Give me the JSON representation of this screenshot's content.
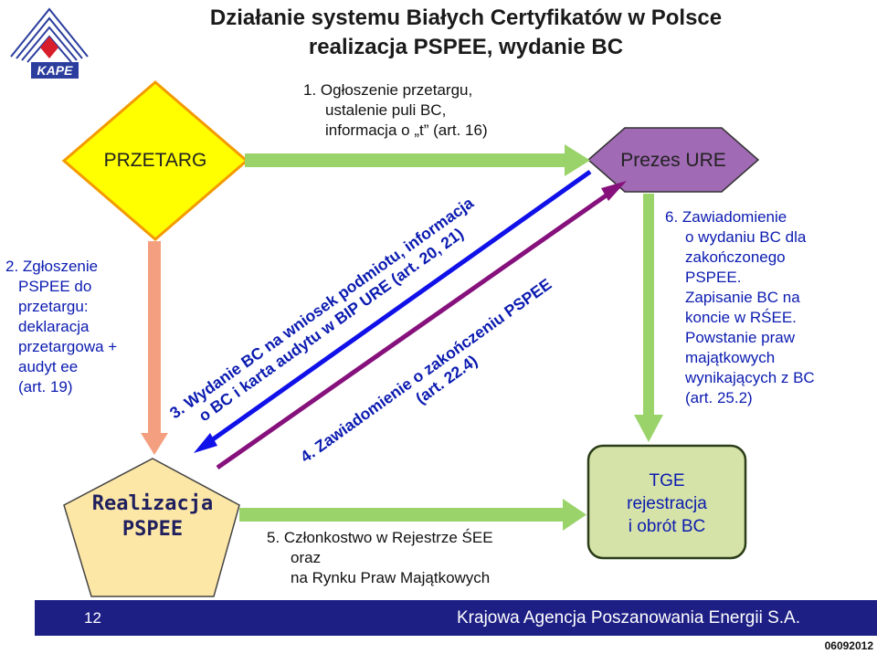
{
  "header": {
    "logo_text": "KAPE",
    "title_line1": "Działanie systemu Białych Certyfikatów w Polsce",
    "title_line2": "realizacja PSPEE, wydanie BC"
  },
  "nodes": {
    "przetarg": "PRZETARG",
    "prezes": "Prezes URE",
    "realizacja_line1": "Realizacja",
    "realizacja_line2": "PSPEE",
    "tge_line1": "TGE",
    "tge_line2": "rejestracja",
    "tge_line3": "i obrót BC"
  },
  "steps": {
    "step1": [
      "1. Ogłoszenie przetargu,",
      "ustalenie puli BC,",
      "informacja o „t” (art. 16)"
    ],
    "step2": [
      "2. Zgłoszenie",
      "PSPEE do",
      "przetargu:",
      "deklaracja",
      "przetargowa +",
      "audyt ee",
      "(art. 19)"
    ],
    "step3_line1": "3. Wydanie BC na wniosek podmiotu, informacja",
    "step3_line2": "o BC  i karta audytu w BIP URE (art. 20, 21)",
    "step4_line1": "4. Zawiadomienie o zakończeniu PSPEE",
    "step4_line2": "(art. 22.4)",
    "step5": [
      "5. Członkostwo w Rejestrze ŚEE",
      "oraz",
      "na Rynku Praw Majątkowych"
    ],
    "step6": [
      "6. Zawiadomienie",
      "o wydaniu BC dla",
      "zakończonego",
      "PSPEE.",
      "Zapisanie BC na",
      "koncie w RŚEE.",
      "Powstanie praw",
      "majątkowych",
      "wynikających z BC",
      "(art. 25.2)"
    ]
  },
  "footer": {
    "page_number": "12",
    "organization": "Krajowa Agencja Poszanowania Energii S.A.",
    "doc_code": "06092012"
  },
  "colors": {
    "przetarg_fill": "#ffff00",
    "przetarg_stroke": "#f39a00",
    "prezes_fill": "#a06ab4",
    "realizacja_fill": "#fde7a6",
    "tge_fill": "#d6e3a8",
    "arrow_orange": "#f4a080",
    "arrow_green": "#9bd36b",
    "arrow_blue": "#1010e8",
    "arrow_purple": "#86117c",
    "footer_bar": "#1d1f85"
  }
}
